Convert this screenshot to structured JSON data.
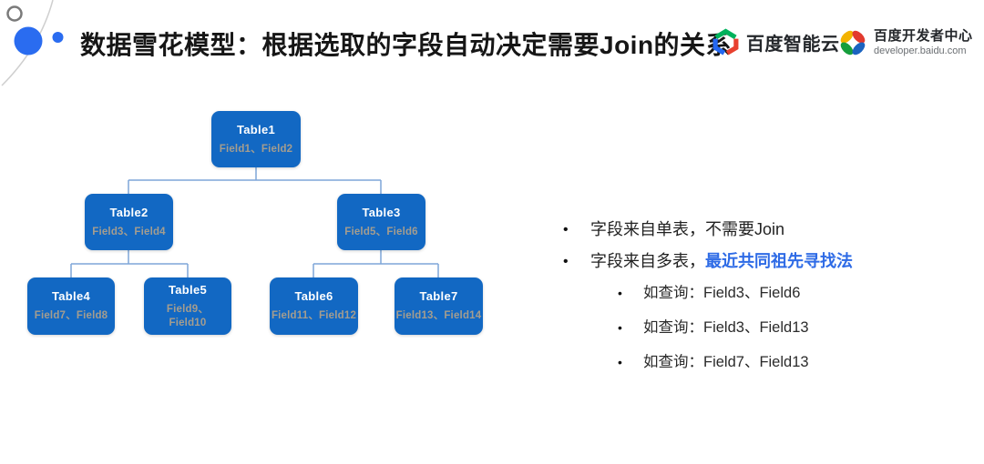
{
  "header": {
    "title": "数据雪花模型：根据选取的字段自动决定需要Join的关系",
    "brand_cloud": {
      "name": "百度智能云"
    },
    "brand_dev": {
      "name": "百度开发者中心",
      "url": "developer.baidu.com"
    }
  },
  "tree": {
    "nodes": [
      {
        "title": "Table1",
        "fields": "Field1、Field2"
      },
      {
        "title": "Table2",
        "fields": "Field3、Field4"
      },
      {
        "title": "Table3",
        "fields": "Field5、Field6"
      },
      {
        "title": "Table4",
        "fields": "Field7、Field8"
      },
      {
        "title": "Table5",
        "fields": "Field9、\nField10"
      },
      {
        "title": "Table6",
        "fields": "Field11、Field12"
      },
      {
        "title": "Table7",
        "fields": "Field13、Field14"
      }
    ]
  },
  "notes": {
    "bullet1": "字段来自单表，不需要Join",
    "bullet2_prefix": "字段来自多表，",
    "bullet2_highlight": "最近共同祖先寻找法",
    "sub_bullets": [
      "如查询：Field3、Field6",
      "如查询：Field3、Field13",
      "如查询：Field7、Field13"
    ]
  },
  "colors": {
    "node_blue": "#1268c3",
    "accent_blue": "#2e6be6",
    "connector": "#7ea6d8",
    "decoration_blue": "#2a6cf0"
  }
}
